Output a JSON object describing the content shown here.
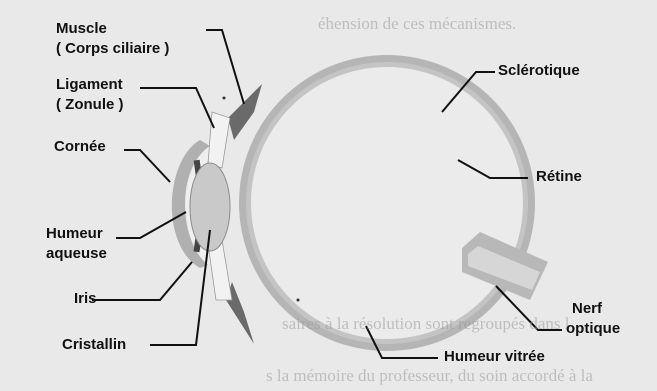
{
  "labels": {
    "muscle": "Muscle",
    "muscle_sub": "( Corps ciliaire )",
    "ligament": "Ligament",
    "ligament_sub": "( Zonule )",
    "cornee": "Cornée",
    "humeur_aqueuse_1": "Humeur",
    "humeur_aqueuse_2": "aqueuse",
    "iris": "Iris",
    "cristallin": "Cristallin",
    "sclerotique": "Sclérotique",
    "retine": "Rétine",
    "nerf_1": "Nerf",
    "nerf_2": "optique",
    "humeur_vitree": "Humeur vitrée"
  },
  "bleed_text": {
    "top": "éhension de ces mécanismes.",
    "bottom_1": "saires à la résolution sont regroupés dans l",
    "bottom_2": "s la mémoire du professeur, du soin accordé à la"
  },
  "colors": {
    "background": "#e9e9e9",
    "eye_wall": "#b3b3b3",
    "eye_inside": "#ececec",
    "muscle": "#6a6a6a",
    "lens": "#c8c8c8",
    "ink": "#111111"
  }
}
